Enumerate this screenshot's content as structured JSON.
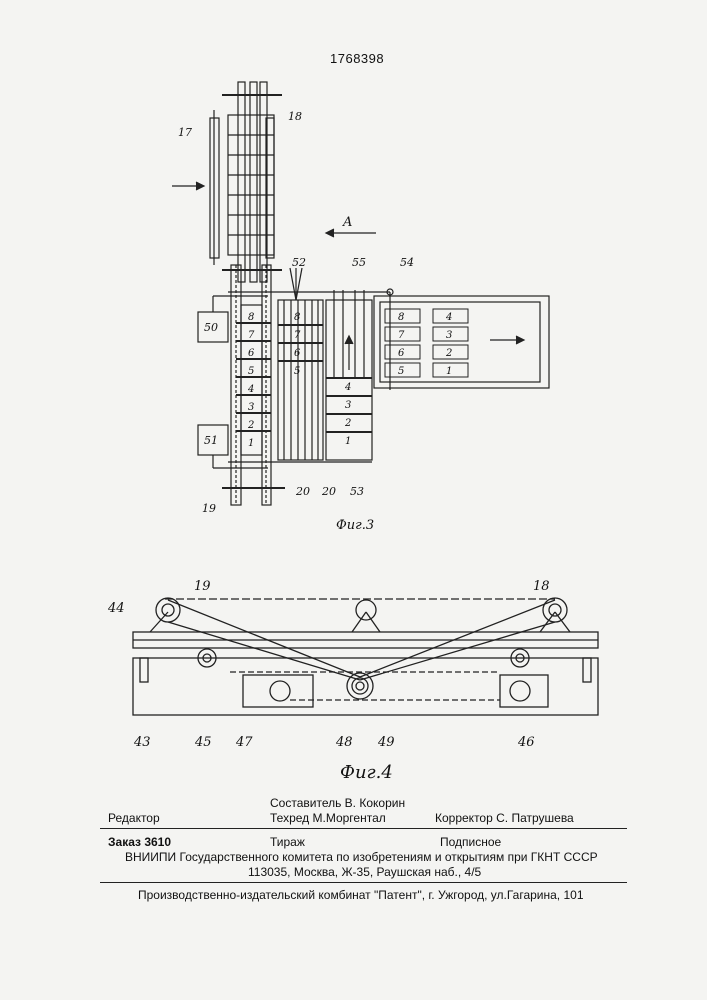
{
  "document": {
    "patent_number": "1768398",
    "fig3_caption": "Фиг.3",
    "fig4_caption": "Фиг.4"
  },
  "fig3_labels": {
    "l17": "17",
    "l18": "18",
    "l50": "50",
    "l51": "51",
    "l19": "19",
    "l20a": "20",
    "l20b": "20",
    "l52": "52",
    "l55": "55",
    "l54": "54",
    "l53": "53",
    "arrowA": "A",
    "stack1": [
      "8",
      "7",
      "6",
      "5",
      "4",
      "3",
      "2",
      "1"
    ],
    "stack2": [
      "8",
      "7",
      "6",
      "5"
    ],
    "stack3": [
      "4",
      "3",
      "2",
      "1"
    ],
    "box_left": [
      "8",
      "7",
      "6",
      "5"
    ],
    "box_right": [
      "4",
      "3",
      "2",
      "1"
    ]
  },
  "fig4_labels": {
    "l19": "19",
    "l18": "18",
    "l44": "44",
    "l43": "43",
    "l45": "45",
    "l47": "47",
    "l48": "48",
    "l49": "49",
    "l46": "46"
  },
  "imprint": {
    "editor": "Редактор",
    "compiler": "Составитель  В. Кокорин",
    "techred": "Техред М.Моргентал",
    "corrector": "Корректор  С. Патрушева",
    "order": "Заказ  3610",
    "circulation": "Тираж",
    "subscription": "Подписное",
    "vniipi": "ВНИИПИ Государственного комитета по изобретениям и открытиям при ГКНТ СССР",
    "address": "113035, Москва, Ж-35, Раушская наб., 4/5",
    "publisher": "Производственно-издательский комбинат \"Патент\", г. Ужгород, ул.Гагарина, 101"
  }
}
